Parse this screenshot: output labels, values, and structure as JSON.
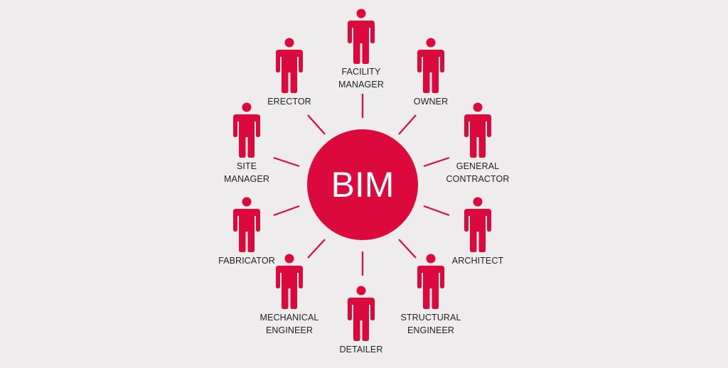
{
  "background_color": "#eeecec",
  "accent_color": "#dc0a3c",
  "hub": {
    "label": "BIM"
  },
  "roles": [
    {
      "id": "facility-manager",
      "lines": [
        "FACILITY",
        "MANAGER"
      ],
      "icon": "person-icon"
    },
    {
      "id": "owner",
      "lines": [
        "OWNER"
      ],
      "icon": "person-icon"
    },
    {
      "id": "general-contractor",
      "lines": [
        "GENERAL",
        "CONTRACTOR"
      ],
      "icon": "person-icon"
    },
    {
      "id": "architect",
      "lines": [
        "ARCHITECT"
      ],
      "icon": "person-icon"
    },
    {
      "id": "structural-engineer",
      "lines": [
        "STRUCTURAL",
        "ENGINEER"
      ],
      "icon": "person-icon"
    },
    {
      "id": "detailer",
      "lines": [
        "DETAILER"
      ],
      "icon": "person-icon"
    },
    {
      "id": "mechanical-engineer",
      "lines": [
        "MECHANICAL",
        "ENGINEER"
      ],
      "icon": "person-icon"
    },
    {
      "id": "fabricator",
      "lines": [
        "FABRICATOR"
      ],
      "icon": "person-icon"
    },
    {
      "id": "site-manager",
      "lines": [
        "SITE",
        "MANAGER"
      ],
      "icon": "person-icon"
    },
    {
      "id": "erector",
      "lines": [
        "ERECTOR"
      ],
      "icon": "person-icon"
    }
  ]
}
